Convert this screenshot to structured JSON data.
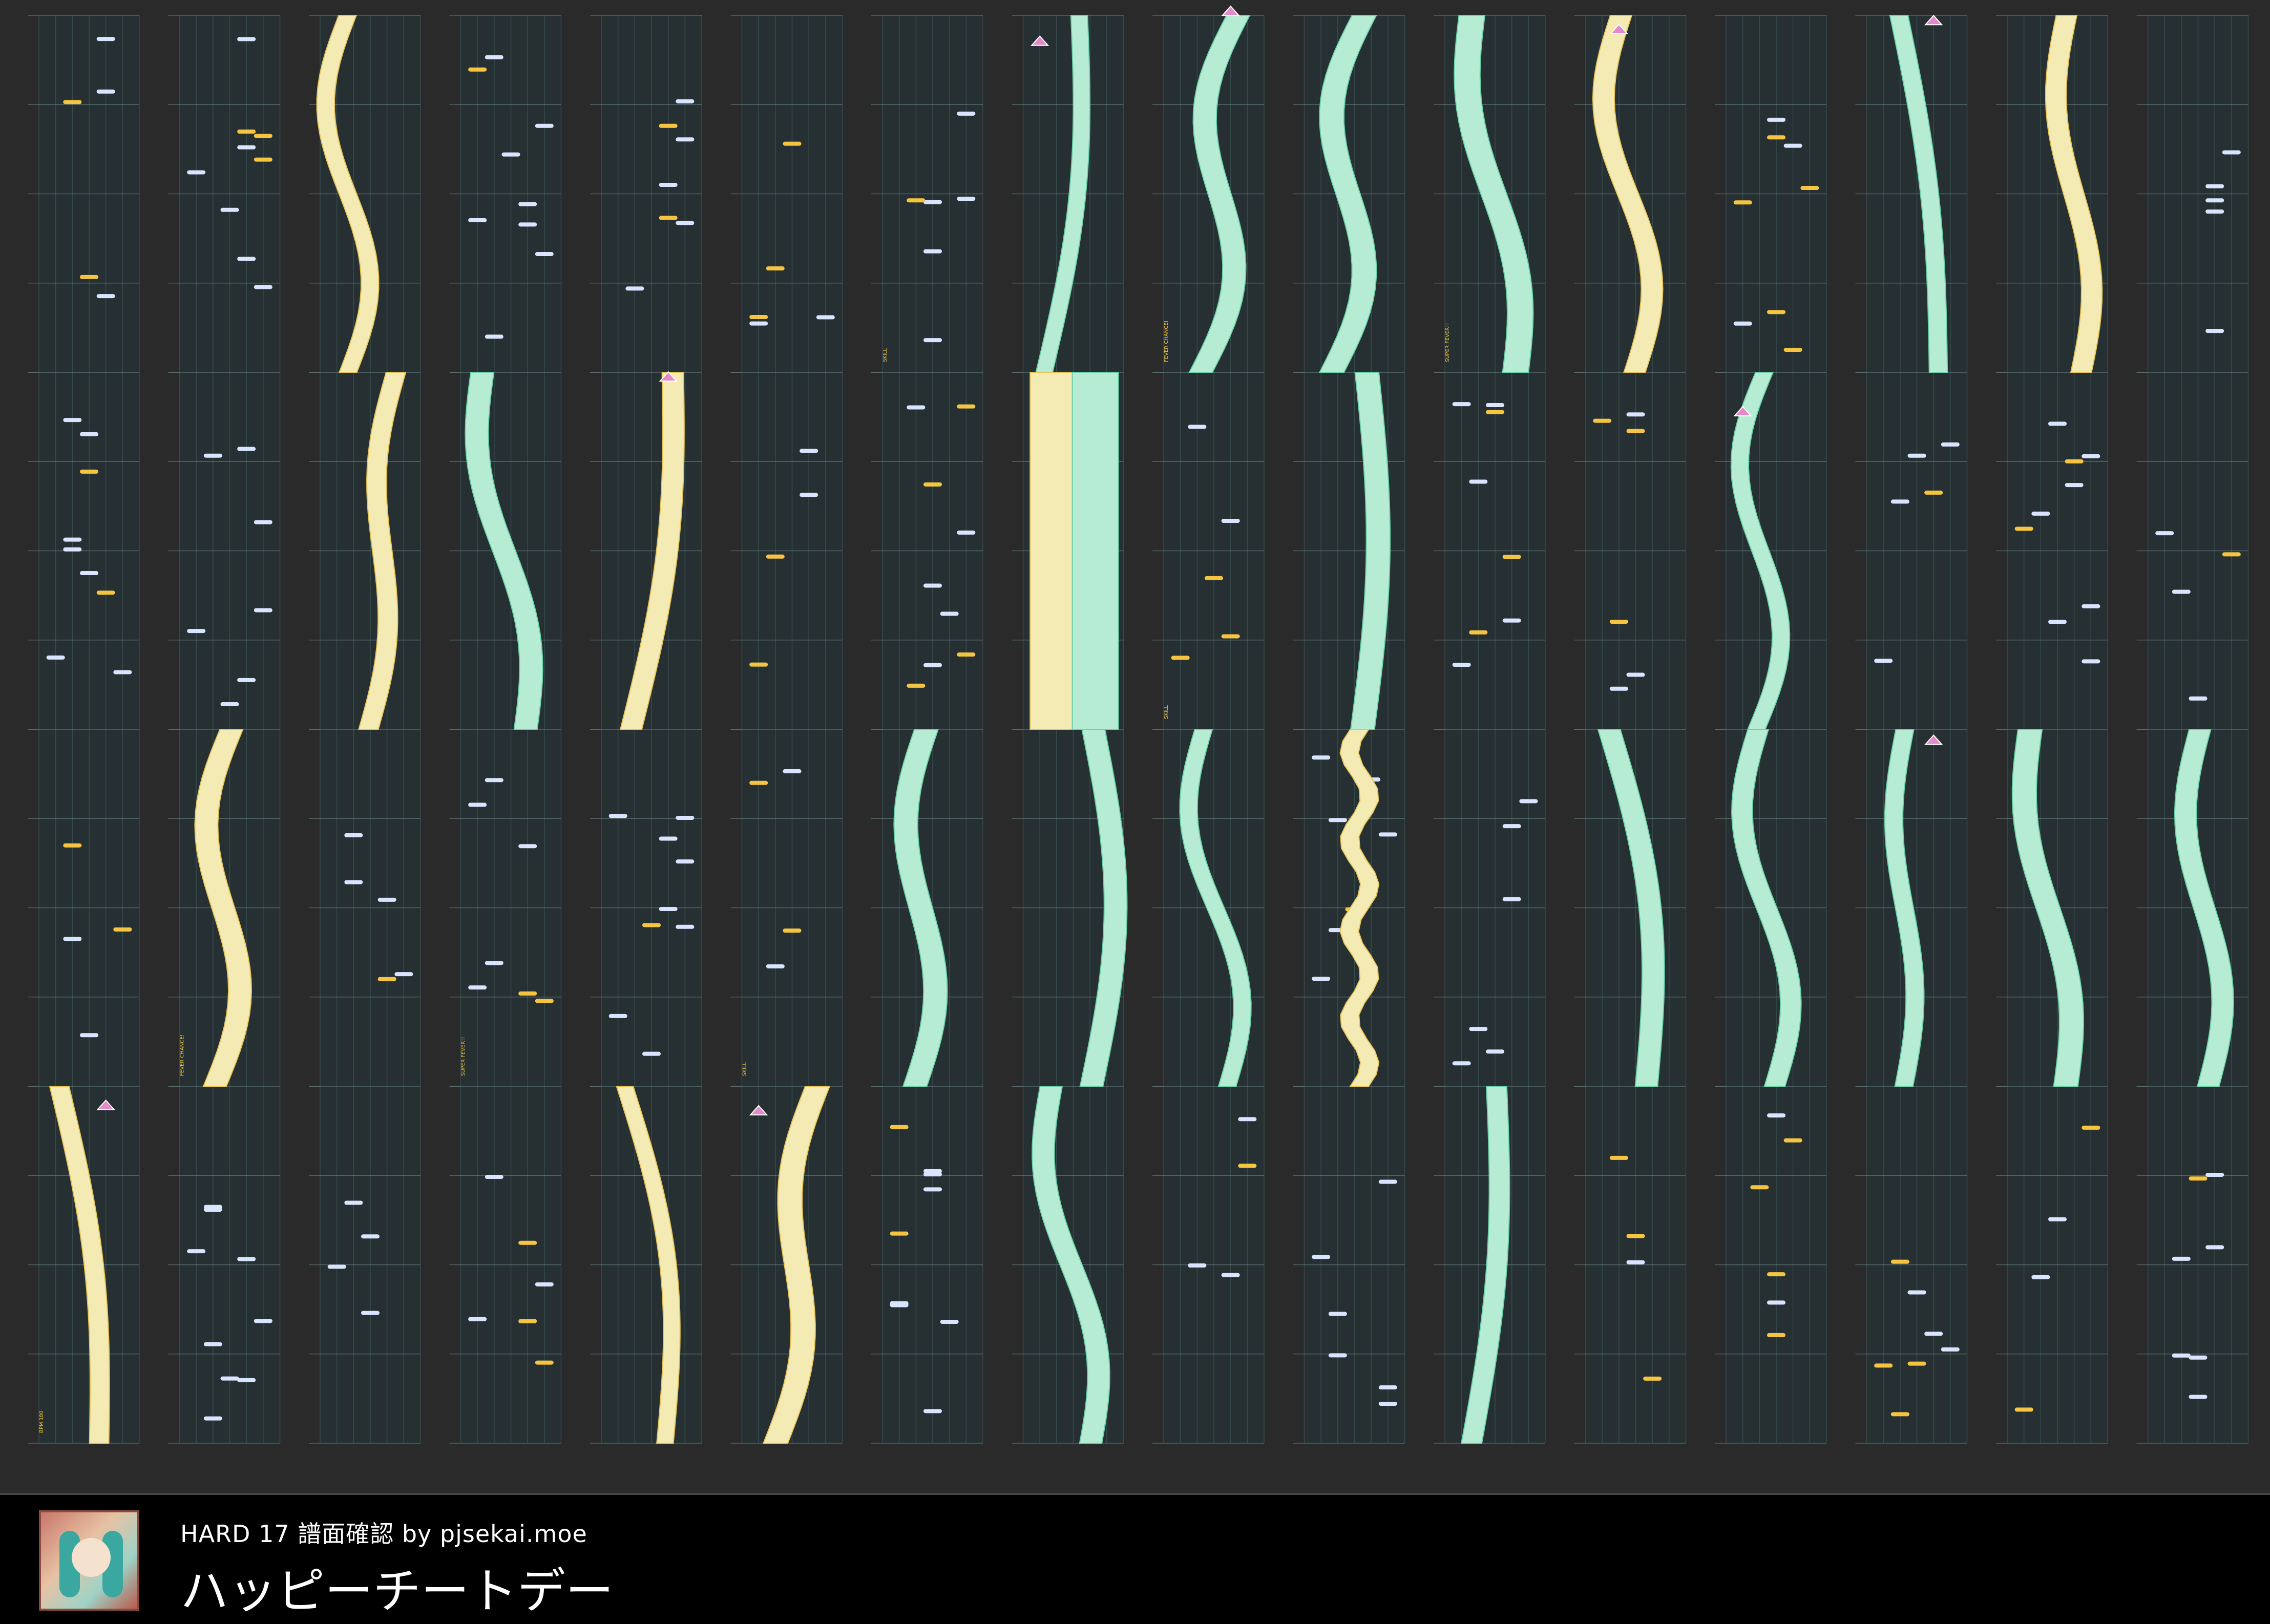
{
  "footer": {
    "subtitle": "HARD 17 譜面確認 by pjsekai.moe",
    "title": "ハッピーチートデー",
    "jacket_icon": "album-jacket-icon"
  },
  "chart": {
    "columns": 16,
    "rows": 4,
    "lanes": 12,
    "section_markers": [
      "SKILL",
      "FEVER CHANCE!",
      "SUPER FEVER!!"
    ],
    "bpm_label": "BPM 180",
    "colors": {
      "background": "#2a2a2a",
      "lane_bg": "#263033",
      "grid": "#3d5557",
      "tap": "#d9e4ff",
      "critical": "#f5c542",
      "slide_fill": "#b6ecd4",
      "slide_edge": "#6ad3a8",
      "critical_slide_fill": "#f3eab4",
      "critical_slide_edge": "#e8c455",
      "flick": "#e58ac8",
      "guide": "#7fae9c",
      "footer_bg": "#000000"
    }
  }
}
